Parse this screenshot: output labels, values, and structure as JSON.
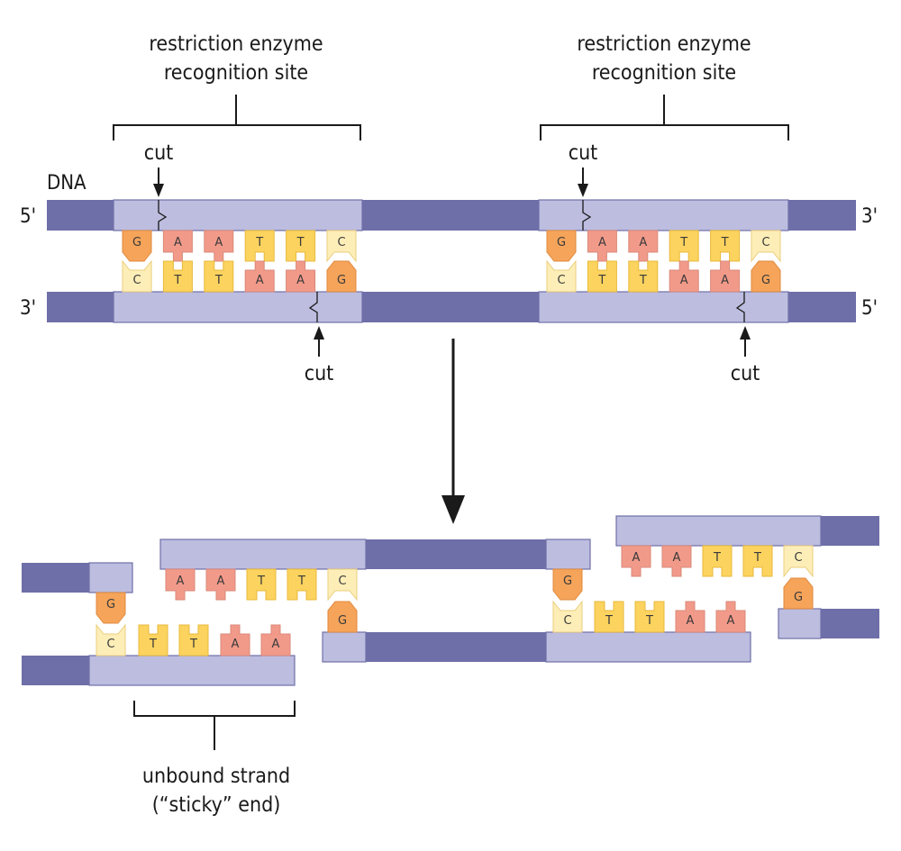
{
  "labels": {
    "recognition_site_left_1": "restriction enzyme",
    "recognition_site_left_2": "recognition site",
    "recognition_site_right_1": "restriction enzyme",
    "recognition_site_right_2": "recognition site",
    "cut_top_left": "cut",
    "cut_top_right": "cut",
    "cut_bottom_left": "cut",
    "cut_bottom_right": "cut",
    "dna": "DNA",
    "end_5_top": "5'",
    "end_3_top": "3'",
    "end_3_bottom": "3'",
    "end_5_bottom": "5'",
    "sticky_1": "unbound strand",
    "sticky_2": "(“sticky” end)"
  },
  "sequence": {
    "top": [
      "G",
      "A",
      "A",
      "T",
      "T",
      "C"
    ],
    "bottom": [
      "C",
      "T",
      "T",
      "A",
      "A",
      "G"
    ]
  },
  "colors": {
    "A": "#f29a8a",
    "T": "#fbd35e",
    "G": "#f5a45a",
    "C": "#fdeeb8",
    "strand_dark": "#6e6ea8",
    "strand_light": "#bdbde0"
  }
}
